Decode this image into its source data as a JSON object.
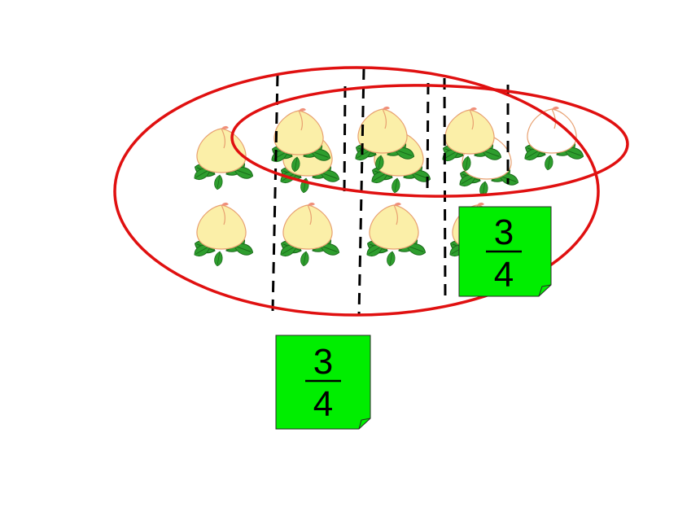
{
  "colors": {
    "background": "#ffffff",
    "ellipse_stroke": "#e01010",
    "dash": "#000000",
    "peach_fill": "#fbefa8",
    "peach_fill_white": "#ffffff",
    "peach_outline": "#e8a070",
    "peach_tip": "#f0907a",
    "leaf": "#2e9e2e",
    "note_fill": "#00ee00",
    "note_stroke": "#2a2a2a"
  },
  "icons": {
    "fruit": "peach-icon",
    "leaf": "leaf-icon"
  },
  "notes": [
    {
      "id": "fraction-note-lower",
      "numerator": "3",
      "denominator": "4"
    },
    {
      "id": "fraction-note-upper",
      "numerator": "3",
      "denominator": "4"
    }
  ]
}
